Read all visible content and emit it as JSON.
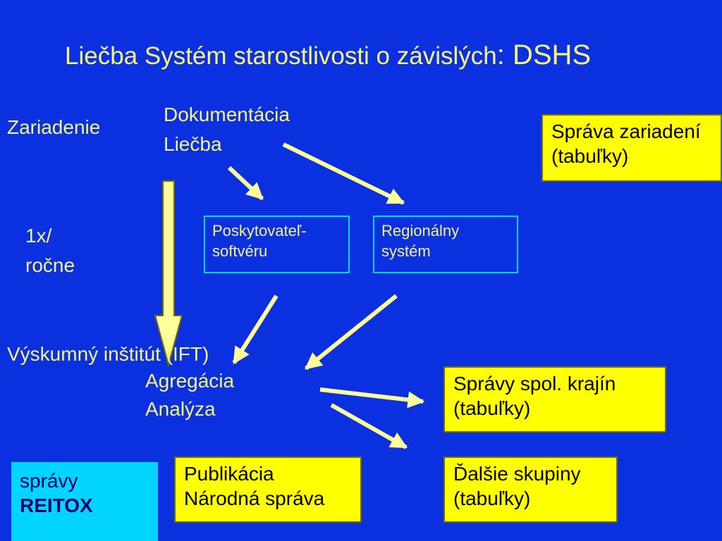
{
  "title": {
    "main": "Liečba Systém starostlivosti o závislých",
    "suffix": ": DSHS"
  },
  "labels": {
    "zariadenie": "Zariadenie",
    "dokumentacia": "Dokumentácia",
    "liecba": "Liečba",
    "frequency_1": "1x/",
    "frequency_2": "ročne",
    "institut": "Výskumný inštitút (IFT)",
    "agregacia": "Agregácia",
    "analyza": "Analýza"
  },
  "boxes": {
    "sprava_zariadeni": {
      "line1": "Správa zariadení",
      "line2": "(tabuľky)"
    },
    "poskytovatel": {
      "line1": "Poskytovateľ-",
      "line2": "softvéru"
    },
    "regionalny": {
      "line1": "Regionálny",
      "line2": "systém"
    },
    "spravy_krajin": {
      "line1": "Správy spol. krajín",
      "line2": "(tabuľky)"
    },
    "dalsie_skupiny": {
      "line1": "Ďalšie skupiny",
      "line2": "(tabuľky)"
    },
    "publikacia": {
      "line1": "Publikácia",
      "line2": "Národná správa"
    },
    "reitox": {
      "line1": "správy",
      "line2": "REITOX"
    }
  },
  "colors": {
    "background": "#0A30E0",
    "text": "#F5F57A",
    "box_yellow": "#FFFF00",
    "box_cyan": "#00D4FF",
    "arrow_fill": "#FFFF99"
  }
}
